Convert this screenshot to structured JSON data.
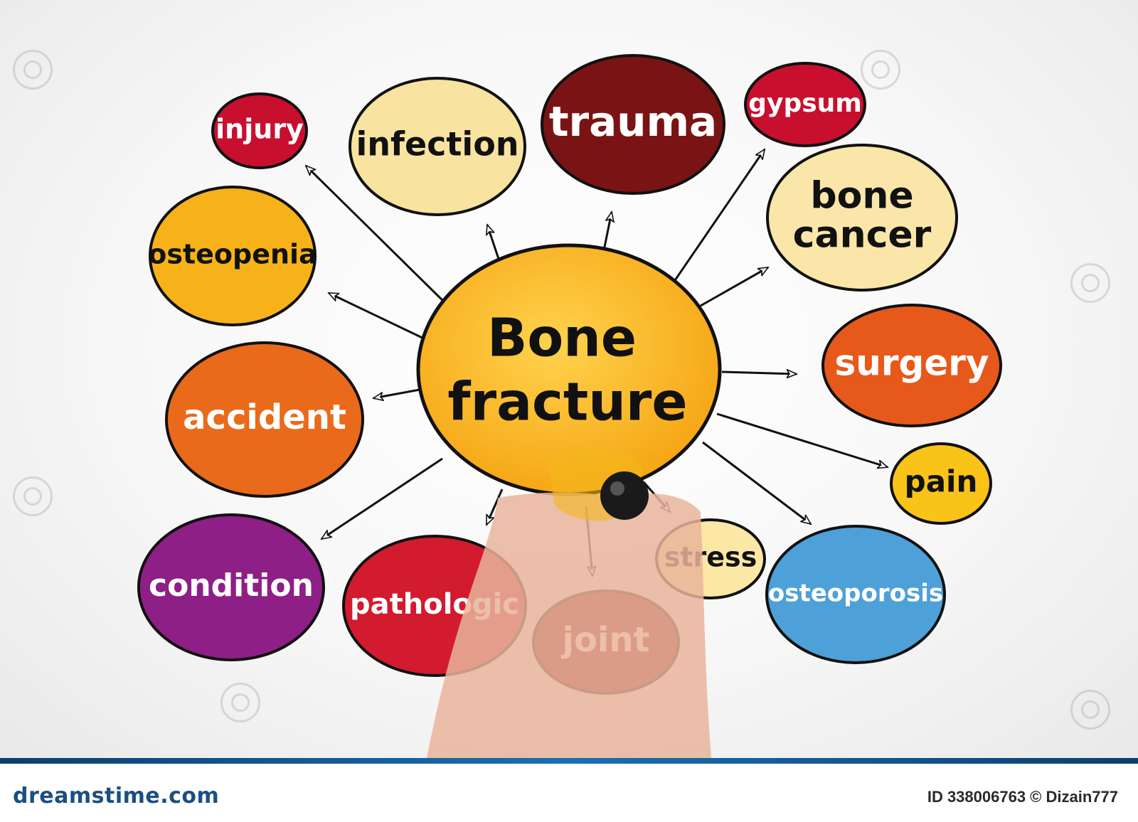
{
  "diagram": {
    "center": {
      "line1": "Bone",
      "line2": "fracture"
    },
    "nodes": [
      {
        "id": "injury",
        "lines": [
          "injury"
        ],
        "fill": "#c8102e",
        "text_color": "#ffffff"
      },
      {
        "id": "infection",
        "lines": [
          "infection"
        ],
        "fill": "#f8e3a0",
        "text_color": "#111111"
      },
      {
        "id": "trauma",
        "lines": [
          "trauma"
        ],
        "fill": "#7a1414",
        "text_color": "#ffffff"
      },
      {
        "id": "gypsum",
        "lines": [
          "gypsum"
        ],
        "fill": "#c8102e",
        "text_color": "#ffffff"
      },
      {
        "id": "bone-cancer",
        "lines": [
          "bone",
          "cancer"
        ],
        "fill": "#fae6a8",
        "text_color": "#111111"
      },
      {
        "id": "osteopenia",
        "lines": [
          "osteopenia"
        ],
        "fill": "#f7b21a",
        "text_color": "#111111"
      },
      {
        "id": "surgery",
        "lines": [
          "surgery"
        ],
        "fill": "#e7591a",
        "text_color": "#ffffff"
      },
      {
        "id": "accident",
        "lines": [
          "accident"
        ],
        "fill": "#ea6a1b",
        "text_color": "#ffffff"
      },
      {
        "id": "pain",
        "lines": [
          "pain"
        ],
        "fill": "#f9c318",
        "text_color": "#111111"
      },
      {
        "id": "condition",
        "lines": [
          "condition"
        ],
        "fill": "#8e1f86",
        "text_color": "#ffffff"
      },
      {
        "id": "pathologic",
        "lines": [
          "pathologic"
        ],
        "fill": "#d21b2e",
        "text_color": "#ffffff"
      },
      {
        "id": "joint",
        "lines": [
          "joint"
        ],
        "fill": "#8a1414",
        "text_color": "#ffffff"
      },
      {
        "id": "stress",
        "lines": [
          "stress"
        ],
        "fill": "#fbe7a6",
        "text_color": "#111111"
      },
      {
        "id": "osteoporosis",
        "lines": [
          "osteoporosis"
        ],
        "fill": "#4ea0d8",
        "text_color": "#ffffff"
      }
    ]
  },
  "footer": {
    "brand": "dreamstime.com",
    "credit": "ID 338006763 © Dizain777"
  },
  "colors": {
    "center_fill": "#f9b51a",
    "outline": "#111111",
    "footer_bar": "#1a6fb3"
  }
}
